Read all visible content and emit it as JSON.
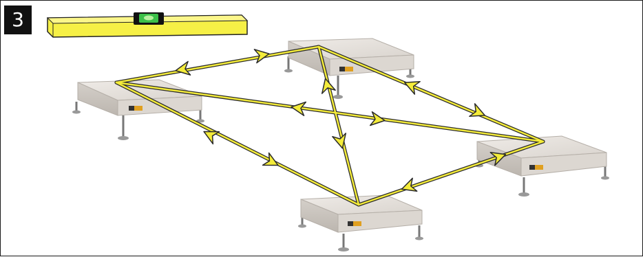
{
  "step": {
    "number": "3"
  },
  "colors": {
    "line": "#f4ec3a",
    "line_outline": "#2a2a2a",
    "level_body": "#f6f046",
    "level_bubble": "#3cc04a",
    "platform_top": "#e6e2dd",
    "platform_side": "#cfcac4",
    "logo_bg": "#e0a020"
  },
  "scales": [
    {
      "id": "back-center"
    },
    {
      "id": "left"
    },
    {
      "id": "right"
    },
    {
      "id": "front-center"
    }
  ]
}
